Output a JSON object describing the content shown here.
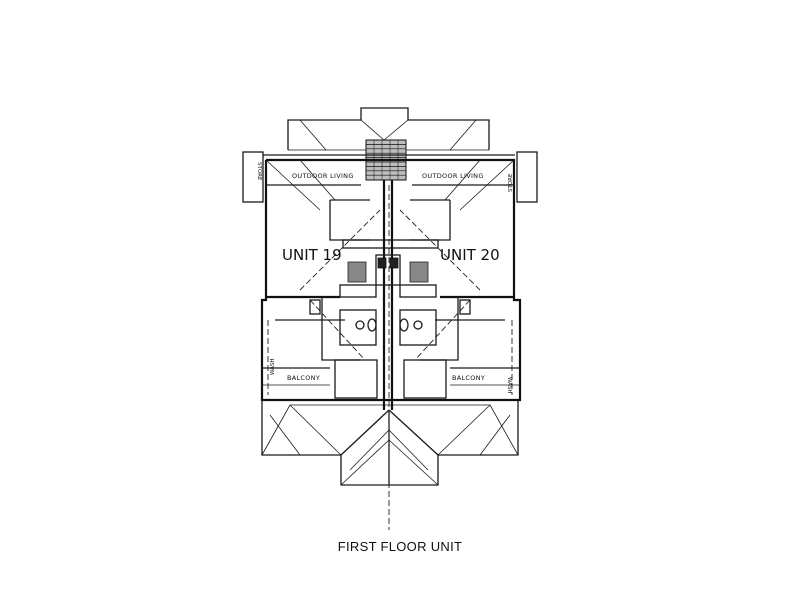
{
  "caption": "FIRST FLOOR UNIT",
  "units": {
    "left": "UNIT 19",
    "right": "UNIT 20"
  },
  "rooms": {
    "outdoor_living_left": "OUTDOOR LIVING",
    "outdoor_living_right": "OUTDOOR LIVING",
    "store_left": "STORE",
    "store_right": "STORE",
    "balcony_left": "BALCONY",
    "balcony_right": "BALCONY",
    "wash_left": "WASH",
    "wash_right": "WASH"
  }
}
